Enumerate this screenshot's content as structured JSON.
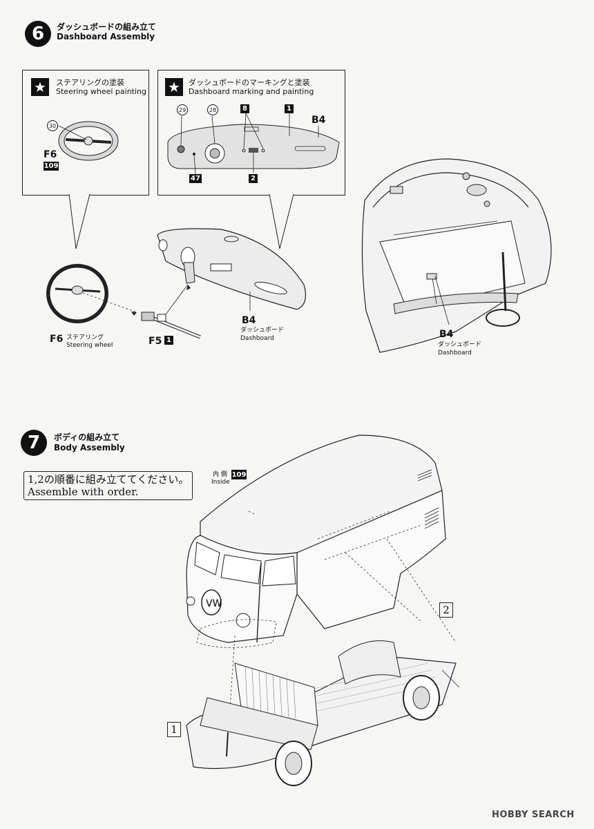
{
  "step6": {
    "number": "6",
    "title_ja": "ダッシュボードの組み立て",
    "title_en": "Dashboard Assembly",
    "panel_steering": {
      "title_ja": "ステアリングの塗装",
      "title_en": "Steering wheel painting",
      "color_circle": "30",
      "part": "F6",
      "color_square": "109"
    },
    "panel_dashboard": {
      "title_ja": "ダッシュボードのマーキングと塗装",
      "title_en": "Dashboard marking and painting",
      "circle_a": "29",
      "circle_b": "28",
      "square_8": "8",
      "square_1": "1",
      "part": "B4",
      "square_47": "47",
      "square_2": "2"
    },
    "steering_label": "F6",
    "steering_ja": "ステアリング",
    "steering_en": "Steering wheel",
    "column_label": "F5",
    "column_square": "1",
    "dash_label": "B4",
    "dash_ja": "ダッシュボード",
    "dash_en": "Dashboard",
    "dash2_label": "B4",
    "dash2_ja": "ダッシュボード",
    "dash2_en": "Dashboard"
  },
  "step7": {
    "number": "7",
    "title_ja": "ボディの組み立て",
    "title_en": "Body Assembly",
    "order_ja": "1,2の順番に組み立ててください。",
    "order_en": "Assemble with order.",
    "inside_ja": "内 側",
    "inside_en": "Inside",
    "inside_square": "109",
    "bracket_1": "1",
    "bracket_2": "2"
  },
  "watermark": "HOBBY SEARCH"
}
